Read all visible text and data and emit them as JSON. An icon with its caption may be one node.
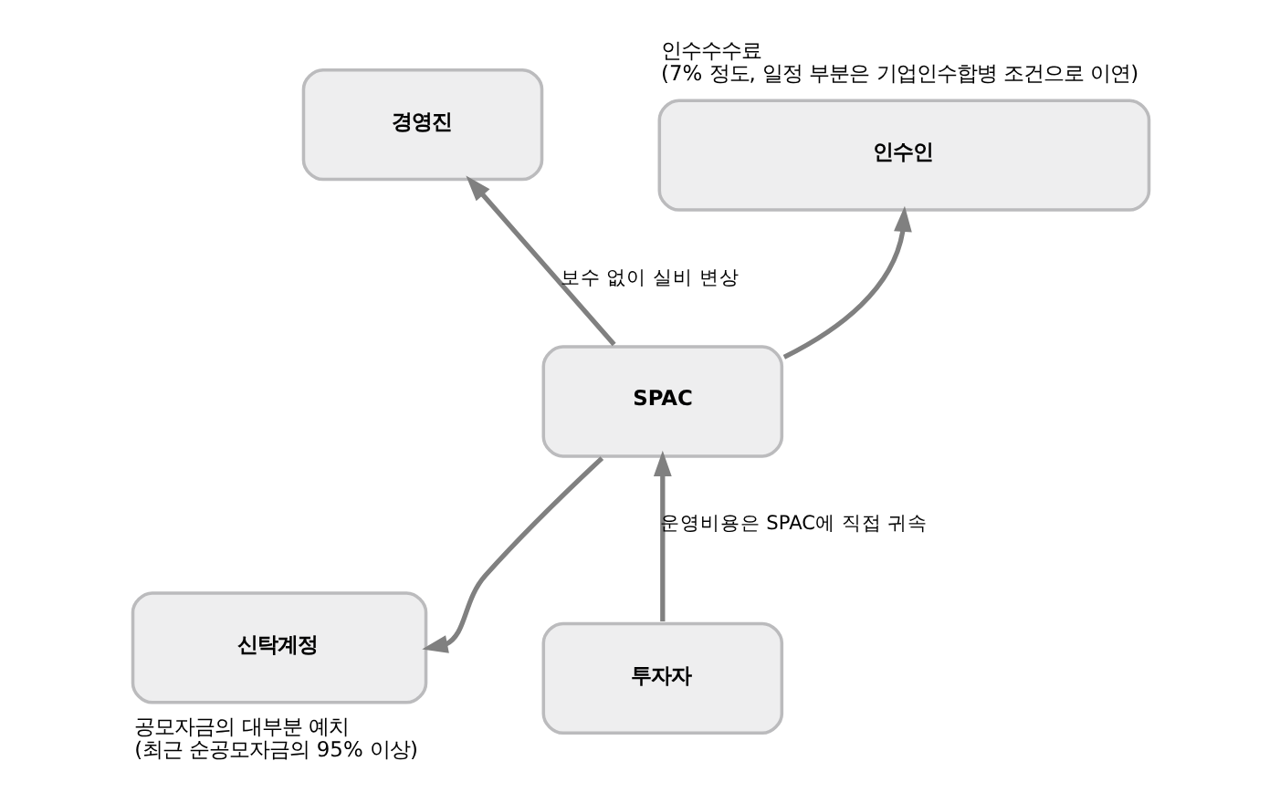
{
  "diagram": {
    "nodes": [
      {
        "text": [
          "경영진"
        ]
      },
      {
        "text": [
          "SPAC"
        ]
      },
      {
        "text": [
          "인수인"
        ],
        "beside": [
          "인수수수료",
          "(7% 정도, 일정 부분은 기업인수합병 조건으로 이연)"
        ]
      },
      {
        "text": [
          "신탁계정"
        ],
        "beside": [
          "공모자금의 대부분 예치",
          "(최근 순공모자금의 95% 이상)"
        ]
      },
      {
        "text": [
          "투자자"
        ]
      }
    ],
    "edges": [
      {
        "from": 1,
        "to": 0,
        "arrow": "to",
        "label": "보수 없이 실비 변상"
      },
      {
        "from": 1,
        "to": 2,
        "arrow": "to"
      },
      {
        "from": 1,
        "to": 3,
        "arrow": "to"
      },
      {
        "from": 4,
        "to": 1,
        "arrow": "to",
        "label": "운영비용은 SPAC에 직접 귀속"
      }
    ]
  }
}
